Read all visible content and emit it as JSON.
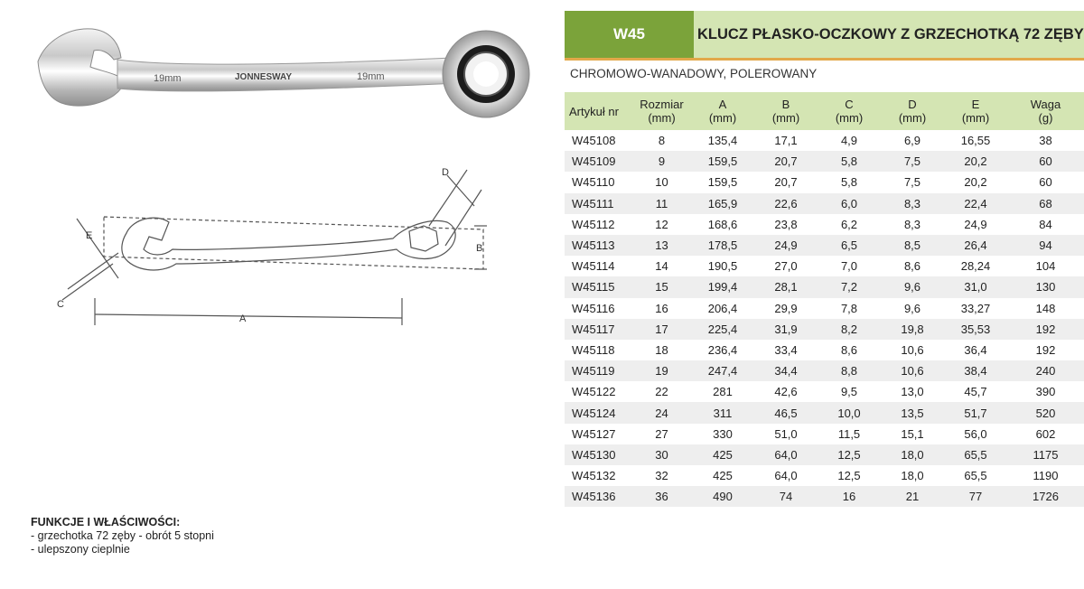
{
  "product": {
    "code": "W45",
    "title": "KLUCZ PŁASKO-OCZKOWY Z GRZECHOTKĄ 72 ZĘBY",
    "subtitle": "CHROMOWO-WANADOWY, POLEROWANY"
  },
  "photo": {
    "size_label_left": "19mm",
    "brand_label": "JONNESWAY",
    "size_label_right": "19mm"
  },
  "drawing": {
    "labels": {
      "a": "A",
      "b": "B",
      "c": "C",
      "d": "D",
      "e": "E"
    }
  },
  "features": {
    "title": "FUNKCJE I WŁAŚCIWOŚCI:",
    "items": [
      "- grzechotka 72 zęby - obrót 5 stopni",
      "- ulepszony cieplnie"
    ]
  },
  "table": {
    "headers": [
      {
        "line1": "Artykuł nr",
        "line2": ""
      },
      {
        "line1": "Rozmiar",
        "line2": "(mm)"
      },
      {
        "line1": "A",
        "line2": "(mm)"
      },
      {
        "line1": "B",
        "line2": "(mm)"
      },
      {
        "line1": "C",
        "line2": "(mm)"
      },
      {
        "line1": "D",
        "line2": "(mm)"
      },
      {
        "line1": "E",
        "line2": "(mm)"
      },
      {
        "line1": "Waga",
        "line2": "(g)"
      }
    ],
    "rows": [
      [
        "W45108",
        "8",
        "135,4",
        "17,1",
        "4,9",
        "6,9",
        "16,55",
        "38"
      ],
      [
        "W45109",
        "9",
        "159,5",
        "20,7",
        "5,8",
        "7,5",
        "20,2",
        "60"
      ],
      [
        "W45110",
        "10",
        "159,5",
        "20,7",
        "5,8",
        "7,5",
        "20,2",
        "60"
      ],
      [
        "W45111",
        "11",
        "165,9",
        "22,6",
        "6,0",
        "8,3",
        "22,4",
        "68"
      ],
      [
        "W45112",
        "12",
        "168,6",
        "23,8",
        "6,2",
        "8,3",
        "24,9",
        "84"
      ],
      [
        "W45113",
        "13",
        "178,5",
        "24,9",
        "6,5",
        "8,5",
        "26,4",
        "94"
      ],
      [
        "W45114",
        "14",
        "190,5",
        "27,0",
        "7,0",
        "8,6",
        "28,24",
        "104"
      ],
      [
        "W45115",
        "15",
        "199,4",
        "28,1",
        "7,2",
        "9,6",
        "31,0",
        "130"
      ],
      [
        "W45116",
        "16",
        "206,4",
        "29,9",
        "7,8",
        "9,6",
        "33,27",
        "148"
      ],
      [
        "W45117",
        "17",
        "225,4",
        "31,9",
        "8,2",
        "19,8",
        "35,53",
        "192"
      ],
      [
        "W45118",
        "18",
        "236,4",
        "33,4",
        "8,6",
        "10,6",
        "36,4",
        "192"
      ],
      [
        "W45119",
        "19",
        "247,4",
        "34,4",
        "8,8",
        "10,6",
        "38,4",
        "240"
      ],
      [
        "W45122",
        "22",
        "281",
        "42,6",
        "9,5",
        "13,0",
        "45,7",
        "390"
      ],
      [
        "W45124",
        "24",
        "311",
        "46,5",
        "10,0",
        "13,5",
        "51,7",
        "520"
      ],
      [
        "W45127",
        "27",
        "330",
        "51,0",
        "11,5",
        "15,1",
        "56,0",
        "602"
      ],
      [
        "W45130",
        "30",
        "425",
        "64,0",
        "12,5",
        "18,0",
        "65,5",
        "1175"
      ],
      [
        "W45132",
        "32",
        "425",
        "64,0",
        "12,5",
        "18,0",
        "65,5",
        "1190"
      ],
      [
        "W45136",
        "36",
        "490",
        "74",
        "16",
        "21",
        "77",
        "1726"
      ]
    ]
  },
  "colors": {
    "accent_green": "#7ba33a",
    "light_green": "#d4e5b3",
    "orange_line": "#e2a84a",
    "row_stripe": "#eeeeee"
  }
}
